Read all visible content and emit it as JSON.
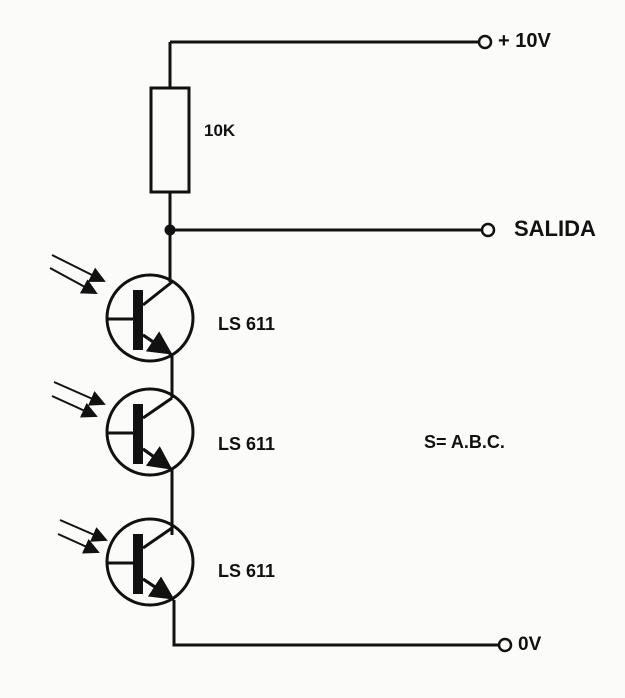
{
  "terminals": {
    "supply": "+ 10V",
    "output": "SALIDA",
    "ground": "0V"
  },
  "resistor": {
    "value": "10K"
  },
  "transistors": [
    {
      "label": "LS 611"
    },
    {
      "label": "LS 611"
    },
    {
      "label": "LS 611"
    }
  ],
  "equation": "S= A.B.C.",
  "colors": {
    "ink": "#111111",
    "paper": "#fbfbf9"
  }
}
